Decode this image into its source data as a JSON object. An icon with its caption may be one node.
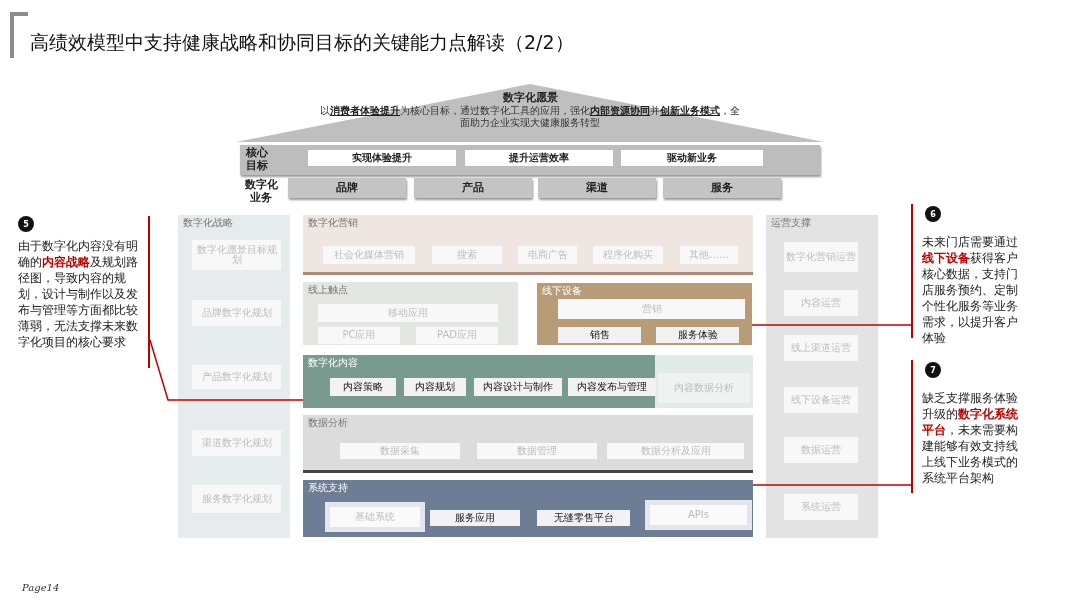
{
  "diagram": {
    "title": "高绩效模型中支持健康战略和协同目标的关键能力点解读（2/2）",
    "nodes": [
      {
        "text": [
          "数字化愿景",
          "以**消费者体验提升**为核心目标，通过数字化工具的应用，强化**内部资源协同**并**创新业务模式**，全面助力企业实现大健康服务转型"
        ]
      },
      {
        "text": [
          "核心目标"
        ]
      },
      {
        "text": [
          "实现体验提升"
        ],
        "in": 1
      },
      {
        "text": [
          "提升运营效率"
        ],
        "in": 1
      },
      {
        "text": [
          "驱动新业务"
        ],
        "in": 1
      },
      {
        "text": [
          "品牌"
        ]
      },
      {
        "text": [
          "产品"
        ]
      },
      {
        "text": [
          "渠道"
        ]
      },
      {
        "text": [
          "服务"
        ]
      },
      {
        "text": [
          "数字化战略"
        ]
      },
      {
        "text": [
          "数字化愿景目标规划"
        ],
        "in": 9
      },
      {
        "text": [
          "品牌数字化规划"
        ],
        "in": 9
      },
      {
        "text": [
          "产品数字化规划"
        ],
        "in": 9
      },
      {
        "text": [
          "渠道数字化规划"
        ],
        "in": 9
      },
      {
        "text": [
          "服务数字化规划"
        ],
        "in": 9
      },
      {
        "text": [
          "数字化营销"
        ]
      },
      {
        "text": [
          "社会化媒体营销"
        ],
        "in": 15
      },
      {
        "text": [
          "搜索"
        ],
        "in": 15
      },
      {
        "text": [
          "电商广告"
        ],
        "in": 15
      },
      {
        "text": [
          "程序化购买"
        ],
        "in": 15
      },
      {
        "text": [
          "其他……"
        ],
        "in": 15
      },
      {
        "text": [
          "线上触点"
        ]
      },
      {
        "text": [
          "移动应用"
        ],
        "in": 21
      },
      {
        "text": [
          "PC应用"
        ],
        "in": 21
      },
      {
        "text": [
          "PAD应用"
        ],
        "in": 21
      },
      {
        "text": [
          "线下设备"
        ]
      },
      {
        "text": [
          "营销"
        ],
        "in": 25
      },
      {
        "text": [
          "销售"
        ],
        "in": 25
      },
      {
        "text": [
          "服务体验"
        ],
        "in": 25
      },
      {
        "text": [
          "运营支撑"
        ]
      },
      {
        "text": [
          "数字化营销运营"
        ],
        "in": 29
      },
      {
        "text": [
          "内容运营"
        ],
        "in": 29
      },
      {
        "text": [
          "线上渠道运营"
        ],
        "in": 29
      },
      {
        "text": [
          "线下设备运营"
        ],
        "in": 29
      },
      {
        "text": [
          "数据运营"
        ],
        "in": 29
      },
      {
        "text": [
          "系统运营"
        ],
        "in": 29
      },
      {
        "text": [
          "数字化内容"
        ]
      },
      {
        "text": [
          "内容策略"
        ],
        "in": 36
      },
      {
        "text": [
          "内容规划"
        ],
        "in": 36
      },
      {
        "text": [
          "内容设计与制作"
        ],
        "in": 36
      },
      {
        "text": [
          "内容发布与管理"
        ],
        "in": 36
      },
      {
        "text": [
          "内容数据分析"
        ],
        "in": 36
      },
      {
        "text": [
          "数据分析"
        ]
      },
      {
        "text": [
          "数据采集"
        ],
        "in": 42
      },
      {
        "text": [
          "数据管理"
        ],
        "in": 42
      },
      {
        "text": [
          "数据分析及应用"
        ],
        "in": 42
      },
      {
        "text": [
          "系统支持"
        ]
      },
      {
        "text": [
          "基础系统"
        ],
        "in": 46
      },
      {
        "text": [
          "服务应用"
        ],
        "in": 46
      },
      {
        "text": [
          "无缝零售平台"
        ],
        "in": 46
      },
      {
        "text": [
          "APIs"
        ],
        "in": 46
      },
      {
        "text": [
          "5",
          "由于数字化内容没有明确的**内容战略**及规划路径图，导致内容的规划，设计与制作以及发布与管理等方面都比较薄弱，无法支撑未来数字化项目的核心要求"
        ]
      },
      {
        "text": [
          "6",
          "未来门店需要通过**线下设备**获得客户核心数据，支持门店服务预约、定制个性化服务等业务需求，以提升客户体验"
        ]
      },
      {
        "text": [
          "7",
          "缺乏支撑服务体验升级的**数字化系统平台**，未来需要构建能够有效支持线上线下业务模式的系统平台架构"
        ]
      }
    ],
    "edges": [
      {
        "from": 51,
        "to": 36,
        "arrow": "none",
        "color": "#c00000"
      },
      {
        "from": 52,
        "to": 25,
        "arrow": "none",
        "color": "#c00000"
      },
      {
        "from": 53,
        "to": 46,
        "arrow": "none",
        "color": "#c00000"
      }
    ],
    "labels": [
      "数字化业务",
      "Page14"
    ]
  }
}
